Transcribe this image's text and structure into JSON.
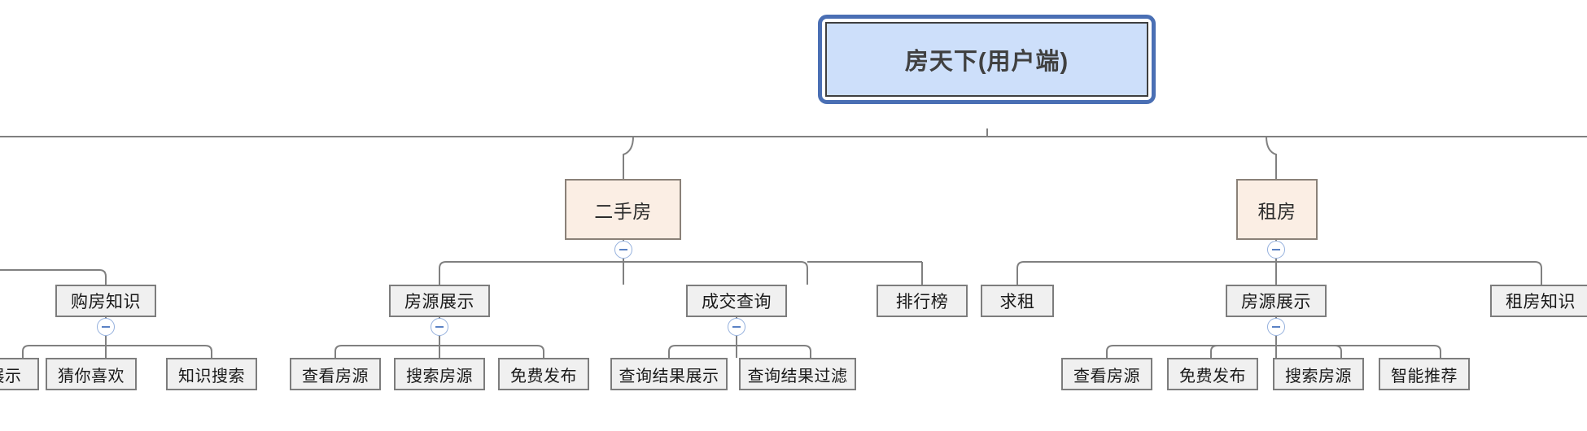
{
  "diagram": {
    "type": "tree-mindmap",
    "title_node": "房天下(用户端)",
    "colors": {
      "root_fill": "#cddffa",
      "root_outer_border": "#4a6fb4",
      "level2_fill": "#fbeee4",
      "level2_border": "#8a8178",
      "node_fill": "#f0f0f0",
      "node_border": "#7d7d7d",
      "link_stroke": "#808080",
      "toggle_border": "#94b0dd",
      "toggle_glyph": "#5b82c4",
      "background": "#ffffff"
    },
    "root": {
      "label": "房天下(用户端)"
    },
    "branches": [
      {
        "label": "二手房",
        "toggle": "collapse-minus",
        "children": [
          {
            "label": "房源展示",
            "toggle": "collapse-minus",
            "children": [
              {
                "label": "查看房源"
              },
              {
                "label": "搜索房源"
              },
              {
                "label": "免费发布"
              }
            ]
          },
          {
            "label": "成交查询",
            "toggle": "collapse-minus",
            "children": [
              {
                "label": "查询结果展示"
              },
              {
                "label": "查询结果过滤"
              }
            ]
          },
          {
            "label": "排行榜",
            "children": []
          }
        ]
      },
      {
        "label": "租房",
        "toggle": "collapse-minus",
        "children": [
          {
            "label": "求租",
            "children": []
          },
          {
            "label": "房源展示",
            "toggle": "collapse-minus",
            "children": [
              {
                "label": "查看房源"
              },
              {
                "label": "免费发布"
              },
              {
                "label": "搜索房源"
              },
              {
                "label": "智能推荐"
              }
            ]
          },
          {
            "label": "租房知识",
            "children": []
          }
        ]
      }
    ],
    "clipped_left_branch": {
      "note": "partially visible off-screen branch at left edge",
      "level3": {
        "label": "购房知识",
        "toggle": "collapse-minus"
      },
      "leaves": [
        {
          "label": "展示",
          "clipped": true
        },
        {
          "label": "猜你喜欢"
        },
        {
          "label": "知识搜索"
        }
      ]
    }
  }
}
